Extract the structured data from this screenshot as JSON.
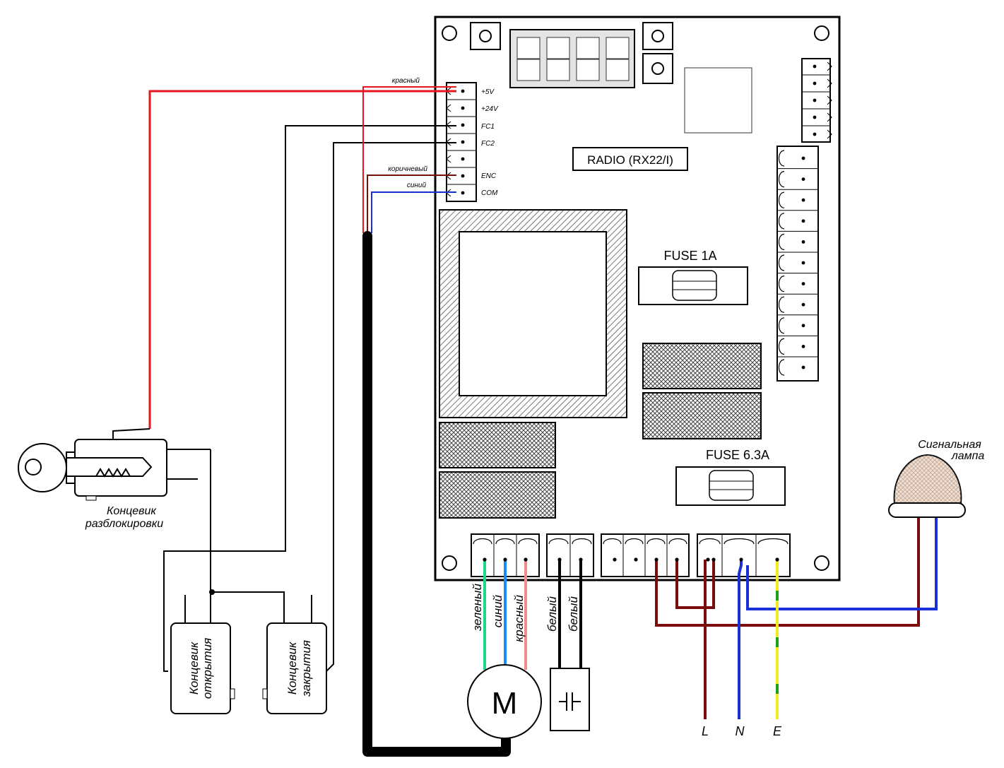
{
  "board": {
    "radio_label": "RADIO (RX22/I)",
    "fuse1_label": "FUSE 1A",
    "fuse2_label": "FUSE 6.3A",
    "motor_label": "M",
    "capacitor_label": "⊣⊢"
  },
  "terminals": {
    "pins": [
      "+5V",
      "+24V",
      "FC1",
      "FC2",
      "ENC",
      "COM"
    ]
  },
  "wire_labels": {
    "red": "красный",
    "brown": "коричневый",
    "blue": "синий"
  },
  "motor_wires": [
    "зеленый",
    "синий",
    "красный"
  ],
  "capacitor_wires": [
    "белый",
    "белый"
  ],
  "mains": [
    "L",
    "N",
    "E"
  ],
  "components": {
    "unlock_switch": [
      "Концевик",
      "разблокировки"
    ],
    "open_switch": [
      "Концевик",
      "открытия"
    ],
    "close_switch": [
      "Концевик",
      "закрытия"
    ],
    "signal_lamp": [
      "Сигнальная",
      "лампа"
    ]
  },
  "colors": {
    "red": "#e8141e",
    "brown": "#7a0c0c",
    "blue": "#1a2fd6",
    "green": "#1fd68a",
    "pink": "#f08c8c",
    "yellow": "#f2ea1a",
    "earth_green": "#1ea01e"
  }
}
